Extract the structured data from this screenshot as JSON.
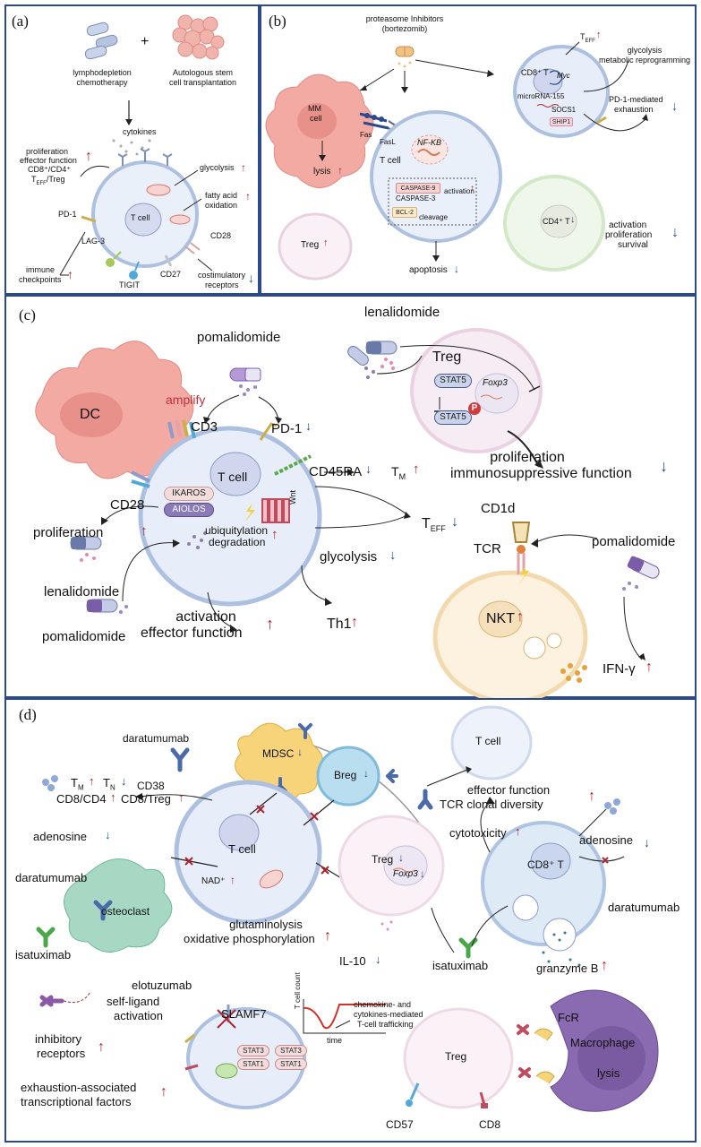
{
  "panels": {
    "a": "(a)",
    "b": "(b)",
    "c": "(c)",
    "d": "(d)"
  },
  "arrows": {
    "up": "↑",
    "down": "↓",
    "right": "→"
  },
  "a": {
    "lymphodepletion": "lymphodepletion",
    "chemotherapy": "chemotherapy",
    "autologous": "Autologous stem",
    "cell_transplantation": "cell transplantation",
    "plus": "+",
    "cytokines": "cytokines",
    "proliferation": "proliferation",
    "effector_function": "effector function",
    "cd8_cd4": "CD8⁺/CD4⁺",
    "teff_treg": "T",
    "teff_sub": "EFF",
    "teff_rest": "/Treg",
    "glycolysis": "glycolysis",
    "fatty_acid": "fatty acid",
    "oxidation": "oxidation",
    "t_cell": "T cell",
    "pd1": "PD-1",
    "lag3": "LAG-3",
    "cd28": "CD28",
    "cd27": "CD27",
    "tigit": "TIGIT",
    "immune": "immune",
    "checkpoints": "checkpoints",
    "costimulatory": "costimulatory",
    "receptors": "receptors"
  },
  "b": {
    "proteasome": "proteasome Inhibitors",
    "bortezomib": "(bortezomib)",
    "mm_cell": "MM",
    "mm_cell2": "cell",
    "fas": "Fas",
    "fasl": "FasL",
    "lysis": "lysis",
    "nfkb": "NF-KB",
    "t_cell": "T cell",
    "caspase9": "CASPASE-9",
    "caspase3": "CASPASE-3",
    "activation": "activation",
    "bcl2": "BCL-2",
    "cleavage": "cleavage",
    "apoptosis": "apoptosis",
    "treg": "Treg",
    "teff": "T",
    "teff_sub": "EFF",
    "cd8t": "CD8⁺ T",
    "myc": "Myc",
    "microrna": "microRNA-155",
    "socs1": "SOCS1",
    "ship1": "SHIP1",
    "glycolysis": "glycolysis",
    "metabolic": "metabolic reprogramming",
    "pd1_mediated": "PD-1-mediated",
    "exhaustion": "exhaustion",
    "cd4t": "CD4⁺ T",
    "act": "activation",
    "prolif": "proliferation",
    "survival": "survival"
  },
  "c": {
    "pomalidomide": "pomalidomide",
    "amplify": "amplify",
    "dc": "DC",
    "cd3": "CD3",
    "pd1": "PD-1",
    "cd45ra": "CD45RA",
    "tm": "T",
    "tm_sub": "M",
    "cd28": "CD28",
    "t_cell": "T cell",
    "ikaros": "IKAROS",
    "aiolos": "AIOLOS",
    "wnt": "Wnt",
    "ubiq": "ubiquitylation",
    "degradation": "degradation",
    "proliferation": "proliferation",
    "glycolysis": "glycolysis",
    "teff": "T",
    "teff_sub": "EFF",
    "lenalidomide": "lenalidomide",
    "pomalidomide2": "pomalidomide",
    "activation": "activation",
    "effector_function": "effector function",
    "th1": "Th1",
    "lenalidomide_top": "lenalidomide",
    "treg": "Treg",
    "stat5": "STAT5",
    "stat5b": "STAT5",
    "p": "P",
    "foxp3": "Foxp3",
    "prolif2": "proliferation",
    "immunosup": "immunosuppressive function",
    "cd1d": "CD1d",
    "tcr": "TCR",
    "pomalidomide3": "pomalidomide",
    "nkt": "NKT",
    "ifn": "IFN-γ"
  },
  "d": {
    "daratumumab": "daratumumab",
    "mdsc": "MDSC",
    "breg": "Breg",
    "t_cell_top": "T cell",
    "tm": "T",
    "tm_sub": "M",
    "tn": "T",
    "tn_sub": "N",
    "cd38": "CD38",
    "cd8cd4": "CD8/CD4",
    "cd8treg": "CD8/Treg",
    "effector": "effector function",
    "tcr_div": "TCR clonal diversity",
    "adenosine": "adenosine",
    "t_cell": "T cell",
    "nad": "NAD⁺",
    "cytotoxicity": "cytotoxicity",
    "adenosine2": "adenosine",
    "daratumumab2": "daratumumab",
    "osteoclast": "osteoclast",
    "isatuximab": "isatuximab",
    "treg": "Treg",
    "foxp3": "Foxp3",
    "cd8t": "CD8⁺ T",
    "daratumumab3": "daratumumab",
    "glutaminolysis": "glutaminolysis",
    "oxphos": "oxidative phosphorylation",
    "il10": "IL-10",
    "isatuximab2": "isatuximab",
    "granzyme": "granzyme B",
    "elotuzumab": "elotuzumab",
    "self_ligand": "self-ligand",
    "activation": "activation",
    "slamf7": "SLAMF7",
    "inhibitory": "inhibitory",
    "receptors": "receptors",
    "stat3a": "STAT3",
    "stat1a": "STAT1",
    "stat3b": "STAT3",
    "stat1b": "STAT1",
    "exhaustion_assoc": "exhaustion-associated",
    "transcriptional": "transcriptional factors",
    "chart_y": "T cell count",
    "chart_x": "time",
    "chemokine": "chemokine- and",
    "cytokines_mediated": "cytokines-mediated",
    "trafficking": "T-cell trafficking",
    "treg2": "Treg",
    "fcr": "FcR",
    "macrophage": "Macrophage",
    "lysis": "lysis",
    "cd57": "CD57",
    "cd8": "CD8"
  },
  "colors": {
    "border": "#2b4a8c",
    "up": "#b0202a",
    "down": "#2b4a8c"
  }
}
